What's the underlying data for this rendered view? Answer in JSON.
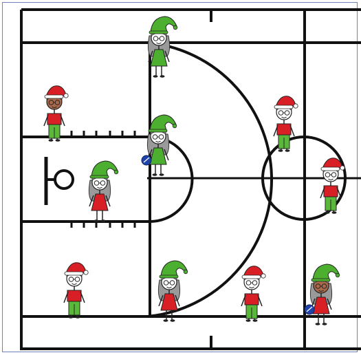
{
  "court": {
    "line_color": "#111111",
    "frame_color": "#6f7fb8",
    "background": "#ffffff"
  },
  "colors": {
    "santa_hat": "#d81f26",
    "elf_hat": "#4caf2f",
    "shirt_red": "#d81f26",
    "dress_green": "#4caf2f",
    "pants_green": "#59b83a",
    "ball": "#1f43a8",
    "skin_light": "#ffffff",
    "skin_dark": "#a9694b",
    "hair_dark": "#3b3b3b",
    "hair_gray": "#9a9a9a"
  },
  "players": [
    {
      "id": "p1",
      "hat": "elf",
      "outfit": "dress",
      "outfit_color": "green",
      "hair": "gray-long",
      "skin": "light",
      "ball": false
    },
    {
      "id": "p2",
      "hat": "santa",
      "outfit": "shirt",
      "outfit_color": "red",
      "hair": "dark",
      "skin": "dark",
      "ball": false
    },
    {
      "id": "p3",
      "hat": "santa",
      "outfit": "shirt",
      "outfit_color": "red",
      "hair": "dark",
      "skin": "light",
      "ball": false
    },
    {
      "id": "p4",
      "hat": "elf",
      "outfit": "dress",
      "outfit_color": "green",
      "hair": "gray-long",
      "skin": "light",
      "ball": true
    },
    {
      "id": "p5",
      "hat": "elf",
      "outfit": "dress",
      "outfit_color": "red",
      "hair": "gray-long",
      "skin": "light",
      "ball": false
    },
    {
      "id": "p6",
      "hat": "santa",
      "outfit": "shirt",
      "outfit_color": "red",
      "hair": "gray",
      "skin": "light",
      "ball": false
    },
    {
      "id": "p7",
      "hat": "santa",
      "outfit": "shirt",
      "outfit_color": "red",
      "hair": "dark",
      "skin": "light",
      "ball": false
    },
    {
      "id": "p8",
      "hat": "elf",
      "outfit": "dress",
      "outfit_color": "red",
      "hair": "gray-long",
      "skin": "light",
      "ball": false
    },
    {
      "id": "p9",
      "hat": "santa",
      "outfit": "shirt",
      "outfit_color": "red",
      "hair": "dark",
      "skin": "light",
      "ball": false
    },
    {
      "id": "p10",
      "hat": "elf",
      "outfit": "dress",
      "outfit_color": "red",
      "hair": "gray-long",
      "skin": "dark",
      "ball": true
    }
  ]
}
